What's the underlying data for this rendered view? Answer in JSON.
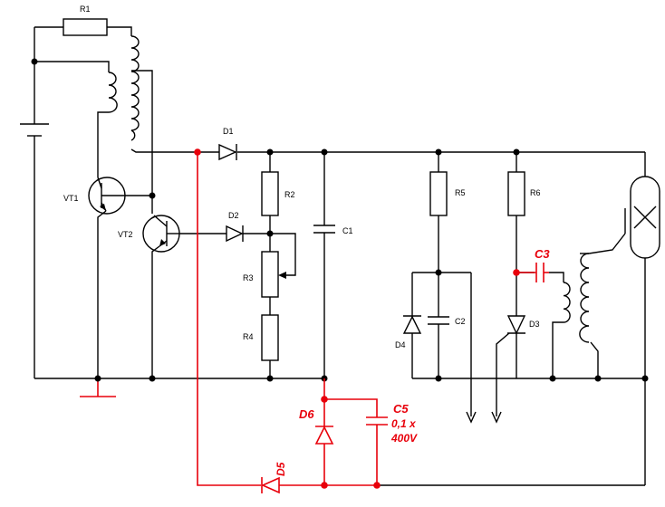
{
  "labels": {
    "R1": "R1",
    "R2": "R2",
    "R3": "R3",
    "R4": "R4",
    "R5": "R5",
    "R6": "R6",
    "VT1": "VT1",
    "VT2": "VT2",
    "D1": "D1",
    "D2": "D2",
    "D3": "D3",
    "D4": "D4",
    "C1": "C1",
    "C2": "C2",
    "C3": "C3",
    "D5": "D5",
    "D6": "D6",
    "C5": "C5",
    "C5_value1": "0,1 x",
    "C5_value2": "400V"
  },
  "colors": {
    "original": "#000000",
    "modification": "#e8000b"
  }
}
